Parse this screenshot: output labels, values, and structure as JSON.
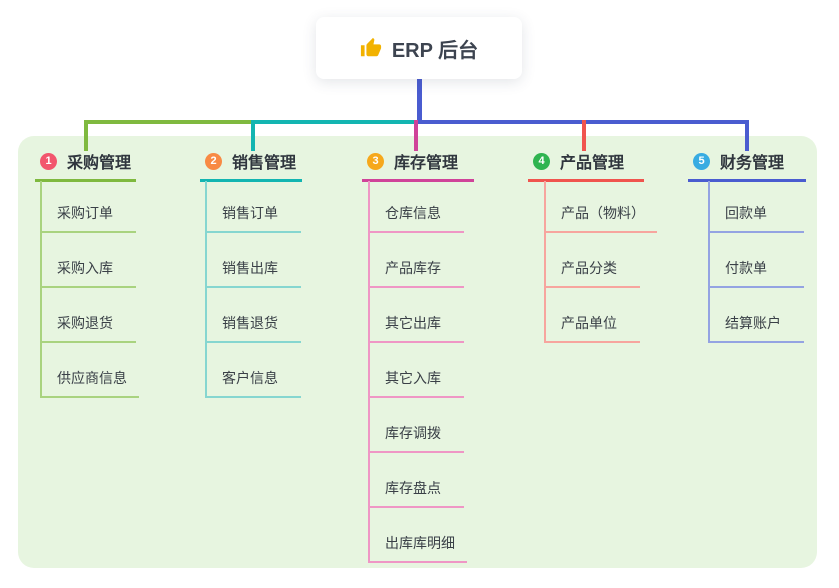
{
  "root": {
    "label": "ERP 后台",
    "icon": "thumbs-up-icon"
  },
  "branches": [
    {
      "number": "1",
      "label": "采购管理",
      "badge_color": "#f2566d",
      "line_color": "#7fb93f",
      "child_line_color": "#a9d37f",
      "children": [
        "采购订单",
        "采购入库",
        "采购退货",
        "供应商信息"
      ]
    },
    {
      "number": "2",
      "label": "销售管理",
      "badge_color": "#f88a44",
      "line_color": "#13b5b1",
      "child_line_color": "#86d6d0",
      "children": [
        "销售订单",
        "销售出库",
        "销售退货",
        "客户信息"
      ]
    },
    {
      "number": "3",
      "label": "库存管理",
      "badge_color": "#f6a81c",
      "line_color": "#d04399",
      "child_line_color": "#ef96c5",
      "children": [
        "仓库信息",
        "产品库存",
        "其它出库",
        "其它入库",
        "库存调拨",
        "库存盘点",
        "出库库明细"
      ]
    },
    {
      "number": "4",
      "label": "产品管理",
      "badge_color": "#2fb450",
      "line_color": "#f0544e",
      "child_line_color": "#f7a59e",
      "children": [
        "产品（物料）",
        "产品分类",
        "产品单位"
      ]
    },
    {
      "number": "5",
      "label": "财务管理",
      "badge_color": "#38ace2",
      "line_color": "#4a5cd0",
      "child_line_color": "#94a3e2",
      "children": [
        "回款单",
        "付款单",
        "结算账户"
      ]
    }
  ],
  "colors": {
    "canvas_bg": "#ffffff",
    "panel_bg": "#e7f5e0",
    "root_line": "#4a5cd0",
    "root_icon": "#f2b200",
    "branch_text": "#30363e",
    "child_text": "#3a4047"
  }
}
